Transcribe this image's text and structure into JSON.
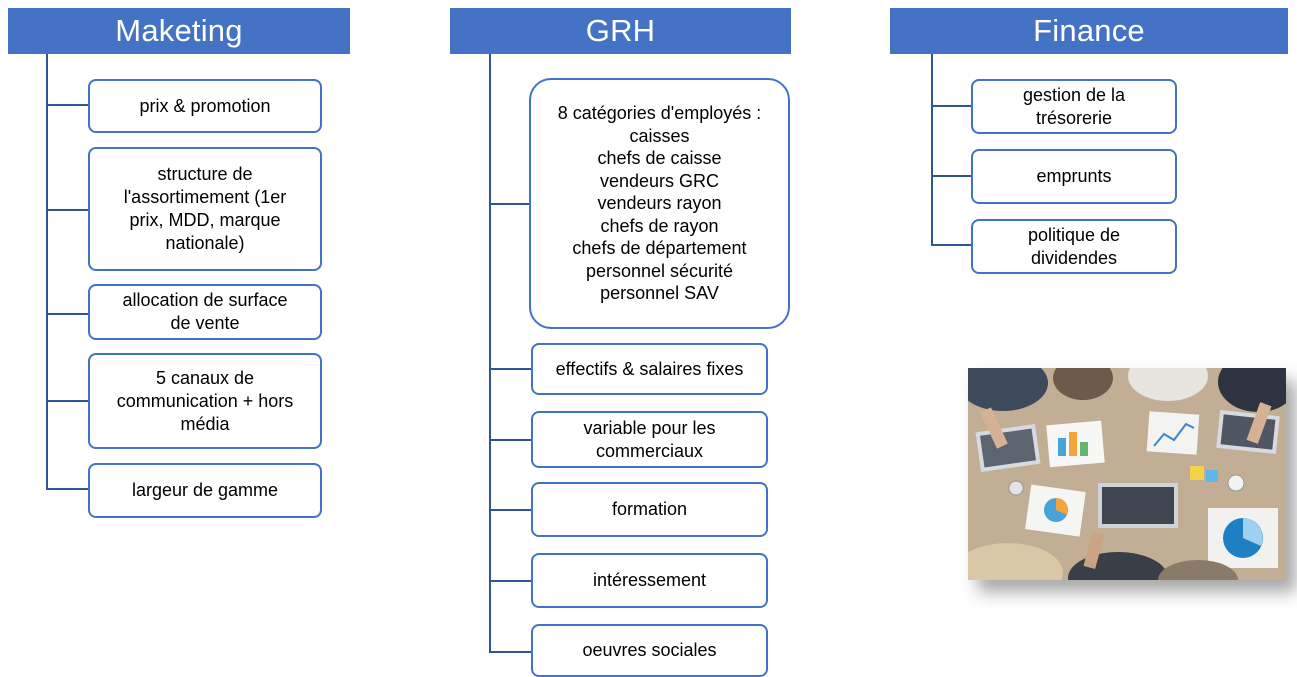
{
  "headers": {
    "marketing": "Maketing",
    "grh": "GRH",
    "finance": "Finance"
  },
  "marketing_items": [
    "prix & promotion",
    "structure de\nl'assortimement (1er\nprix, MDD, marque\nnationale)",
    "allocation de surface\nde vente",
    "5 canaux de\ncommunication + hors\nmédia",
    "largeur de gamme"
  ],
  "grh_items": [
    "8 catégories d'employés :\ncaisses\nchefs de caisse\nvendeurs GRC\nvendeurs rayon\nchefs de rayon\nchefs de département\npersonnel sécurité\npersonnel SAV",
    "effectifs & salaires fixes",
    "variable pour les\ncommerciaux",
    "formation",
    "intéressement",
    "oeuvres sociales"
  ],
  "finance_items": [
    "gestion de la\ntrésorerie",
    "emprunts",
    "politique de\ndividendes"
  ],
  "colors": {
    "header_fill": "#4472c4",
    "box_border": "#4472c4",
    "connector": "#2f5597"
  },
  "photo": {
    "icon": "team-meeting-photo"
  }
}
